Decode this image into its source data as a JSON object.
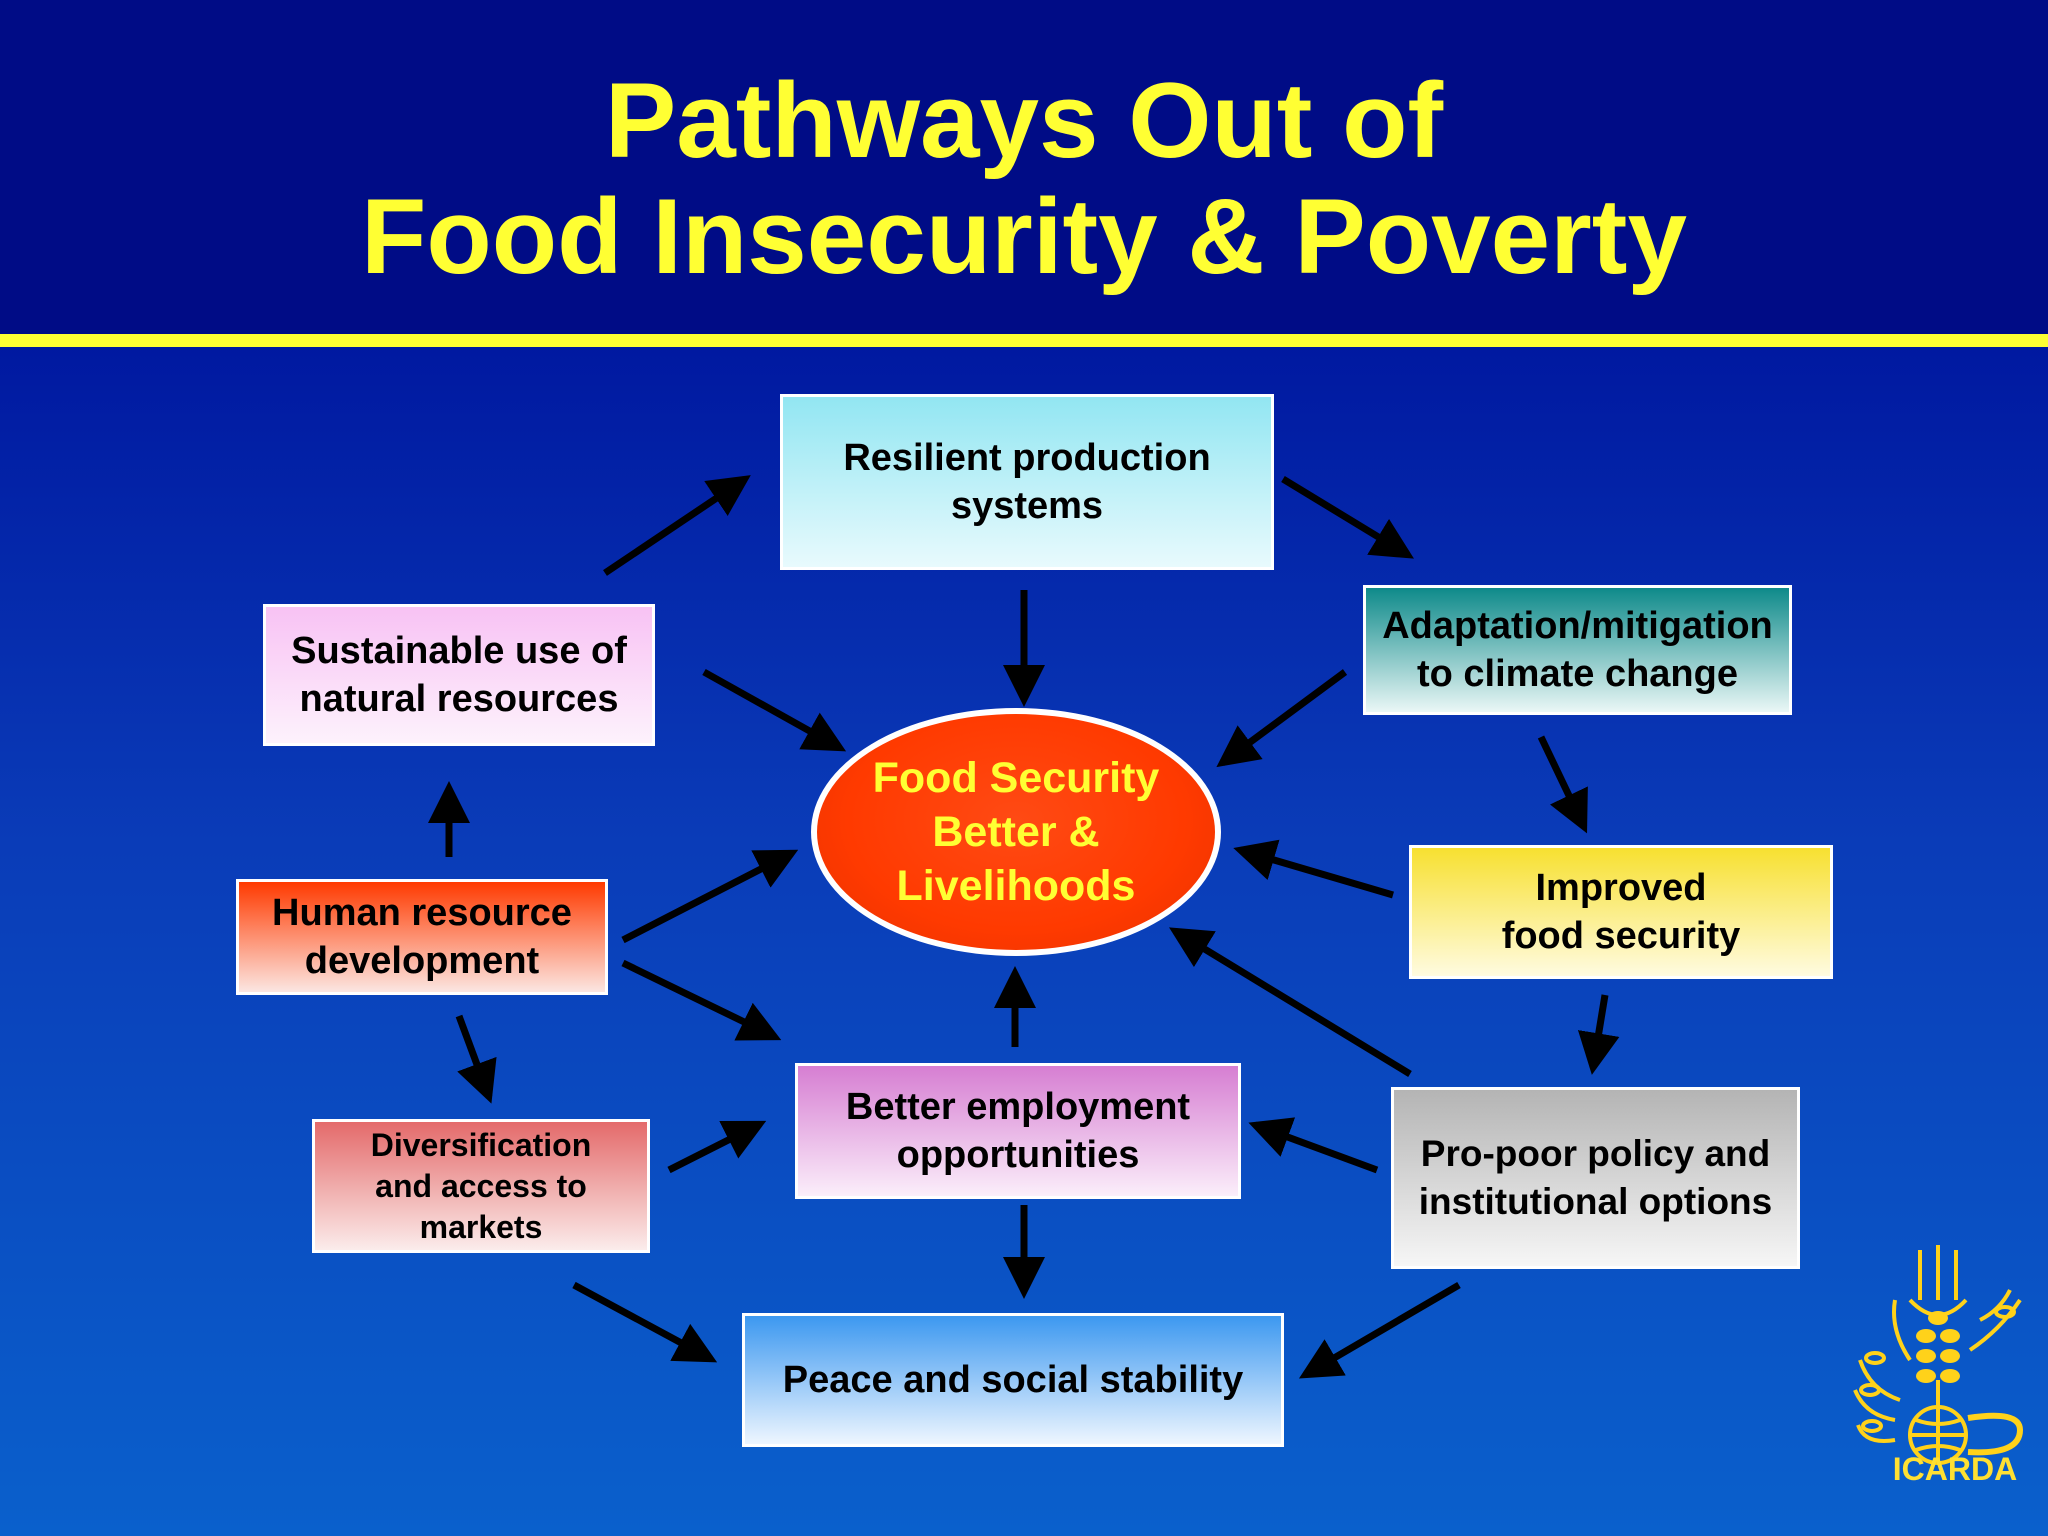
{
  "title": {
    "line1": "Pathways Out of",
    "line2": "Food Insecurity & Poverty"
  },
  "center": {
    "line1": "Food Security",
    "line2": "Better &",
    "line3": "Livelihoods"
  },
  "nodes": {
    "resilient": {
      "line1": "Resilient production",
      "line2": "systems"
    },
    "adaptation": {
      "line1": "Adaptation/mitigation",
      "line2": "to climate change"
    },
    "improved": {
      "line1": "Improved",
      "line2": "food security"
    },
    "propoor": {
      "line1": "Pro-poor policy and",
      "line2": "institutional options"
    },
    "peace": {
      "line1": "Peace and social stability"
    },
    "employment": {
      "line1": "Better employment",
      "line2": "opportunities"
    },
    "diversification": {
      "line1": "Diversification",
      "line2": "and access to",
      "line3": "markets"
    },
    "human": {
      "line1": "Human resource",
      "line2": "development"
    },
    "sustainable": {
      "line1": "Sustainable use of",
      "line2": "natural resources"
    }
  },
  "logo": {
    "text": "ICARDA",
    "icon": "icarda-wheat-globe-logo"
  },
  "colors": {
    "title": "#ffff33",
    "background": "#0a3cb8",
    "hub": "#ff3a00",
    "arrow": "#000000"
  }
}
